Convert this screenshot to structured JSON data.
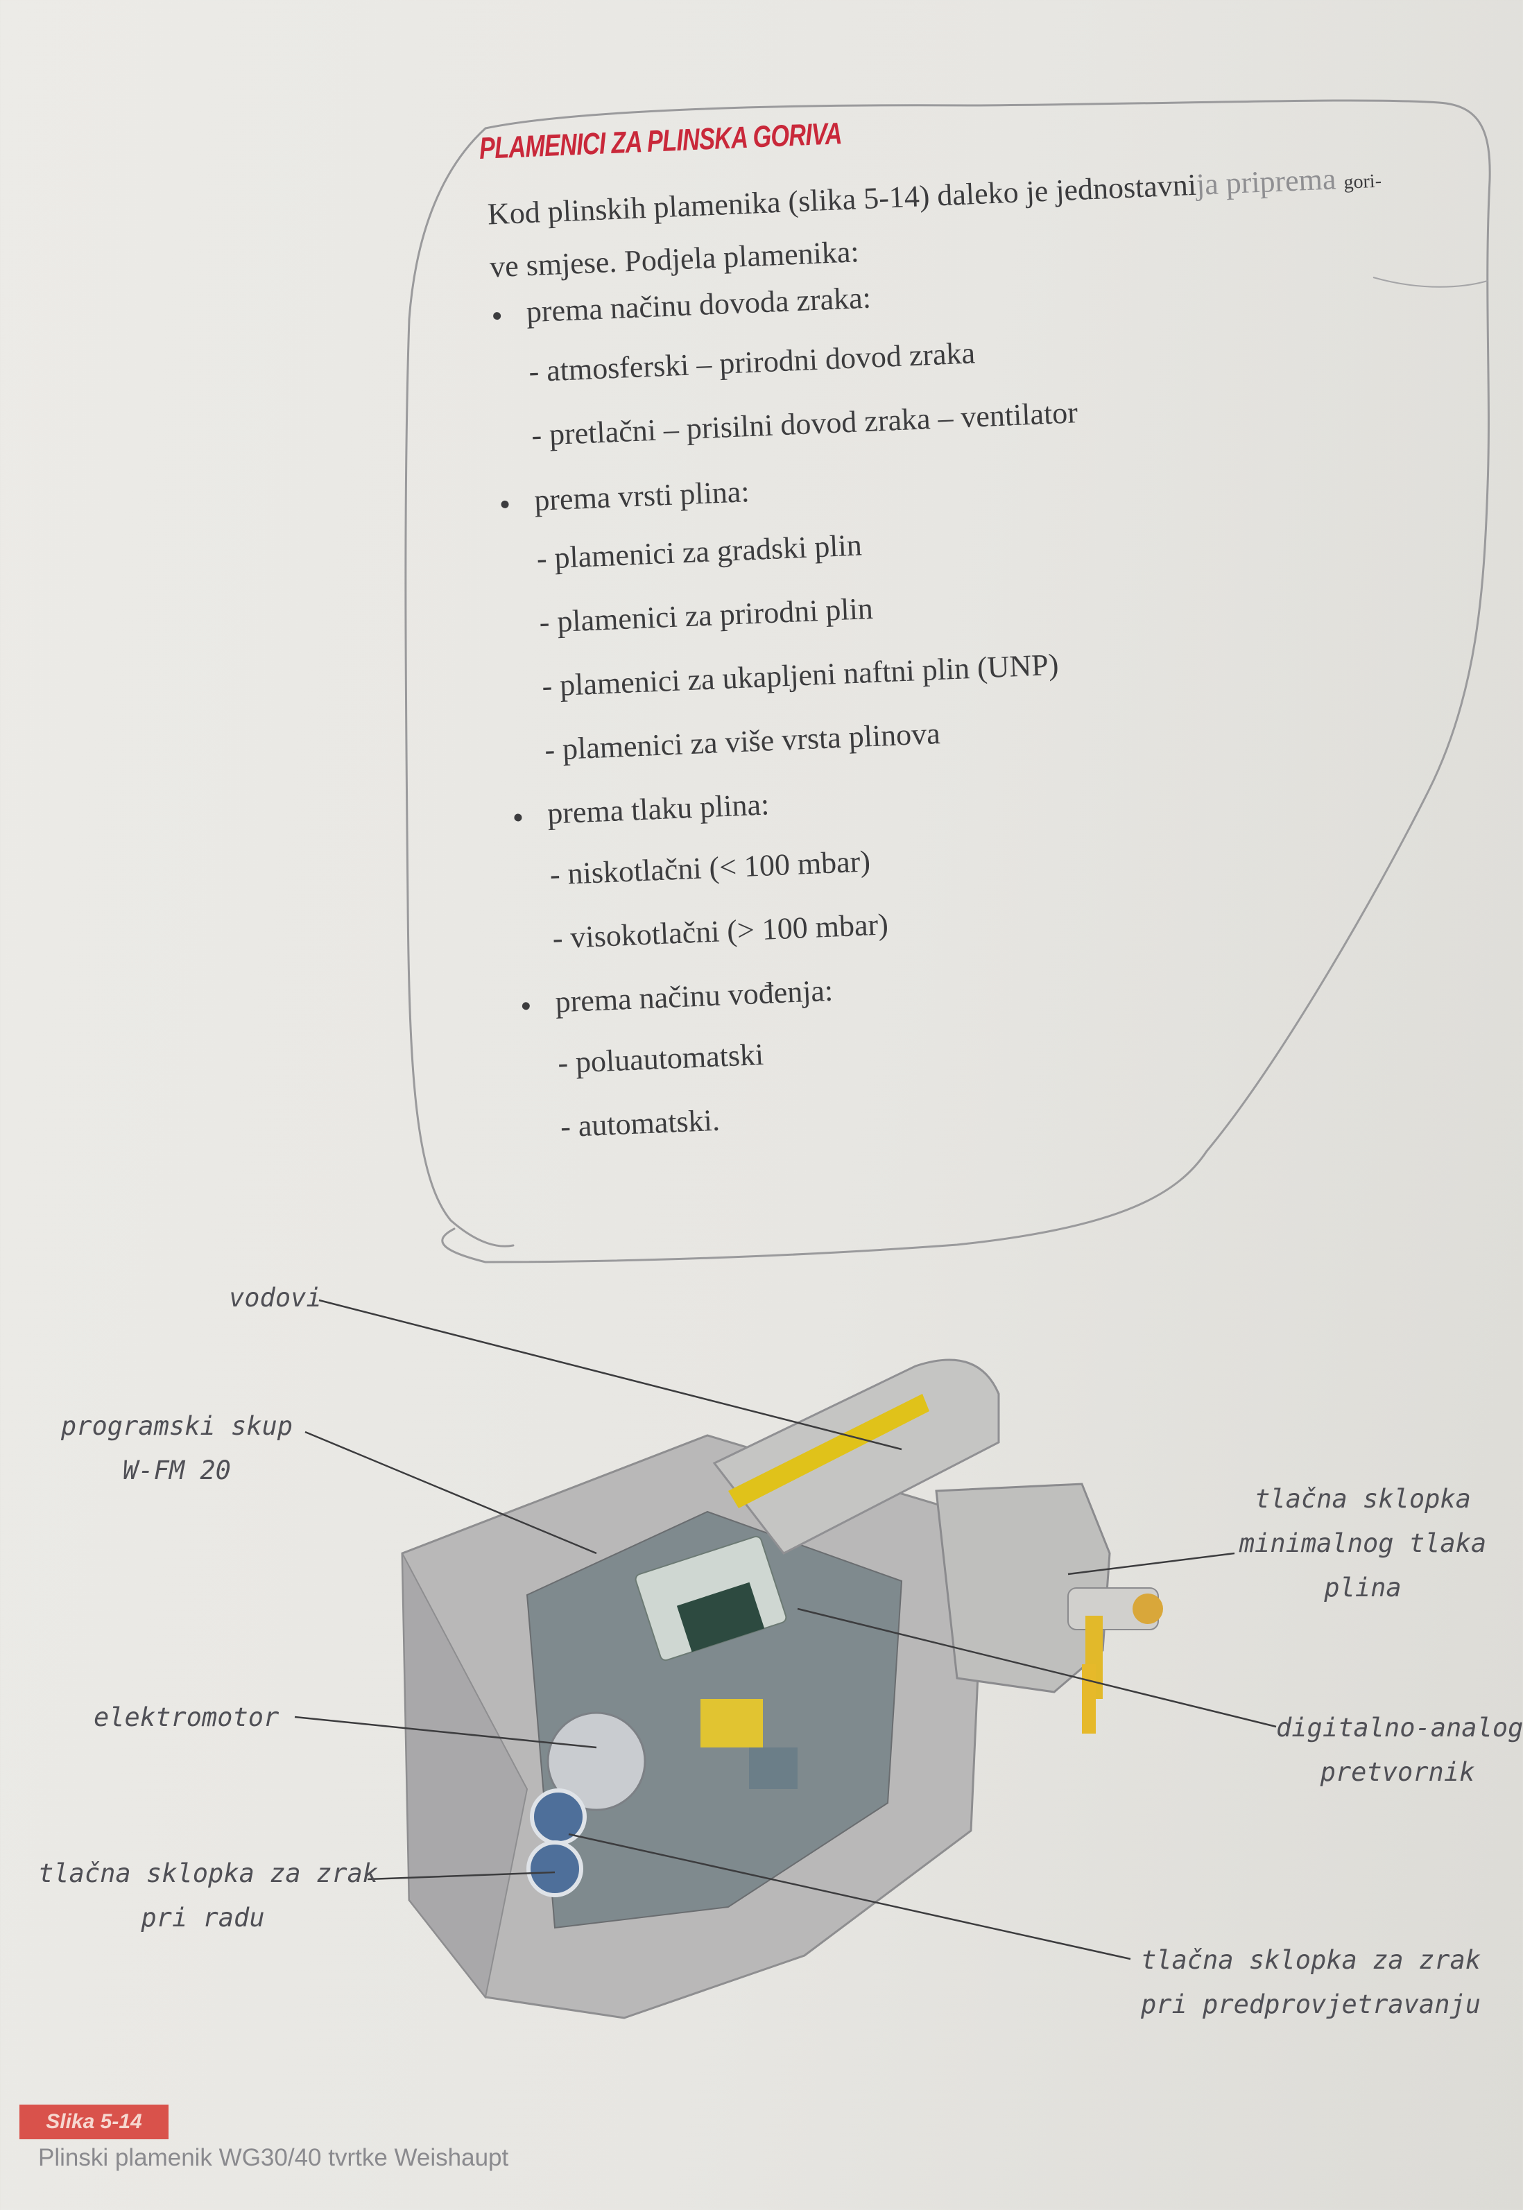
{
  "section": {
    "title": "PLAMENICI ZA PLINSKA GORIVA",
    "intro_main": "Kod plinskih plamenika (slika 5-14) daleko je jednostavni",
    "intro_faded": "ja priprema",
    "intro_tail": "gori-",
    "intro_line2": "ve smjese. Podjela plamenika:"
  },
  "groups": [
    {
      "label": "prema načinu dovoda zraka:",
      "items": [
        "- atmosferski – prirodni dovod zraka",
        "- pretlačni – prisilni dovod zraka – ventilator"
      ]
    },
    {
      "label": "prema vrsti plina:",
      "items": [
        "- plamenici za gradski plin",
        "- plamenici za prirodni plin",
        "- plamenici za ukapljeni naftni plin (UNP)",
        "- plamenici za više vrsta plinova"
      ]
    },
    {
      "label": "prema tlaku plina:",
      "items": [
        "- niskotlačni (< 100 mbar)",
        "- visokotlačni (> 100 mbar)"
      ]
    },
    {
      "label": "prema načinu vođenja:",
      "items": [
        "- poluautomatski",
        "- automatski."
      ]
    }
  ],
  "figure": {
    "labels": {
      "vodovi": "vodovi",
      "programski_1": "programski skup",
      "programski_2": "W-FM 20",
      "elektromotor": "elektromotor",
      "tlak_zrak_radu_1": "tlačna sklopka za zrak",
      "tlak_zrak_radu_2": "pri radu",
      "tlak_min_1": "tlačna sklopka",
      "tlak_min_2": "minimalnog tlaka",
      "tlak_min_3": "plina",
      "digital_1": "digitalno-analogni",
      "digital_2": "pretvornik",
      "predprov_1": "tlačna sklopka za zrak",
      "predprov_2": "pri predprovjetravanju"
    },
    "number": "Slika 5-14",
    "caption": "Plinski plamenik WG30/40 tvrtke Weishaupt"
  },
  "colors": {
    "heading": "#c9283a",
    "badge": "#d9524b",
    "text": "#3c3c3e"
  }
}
